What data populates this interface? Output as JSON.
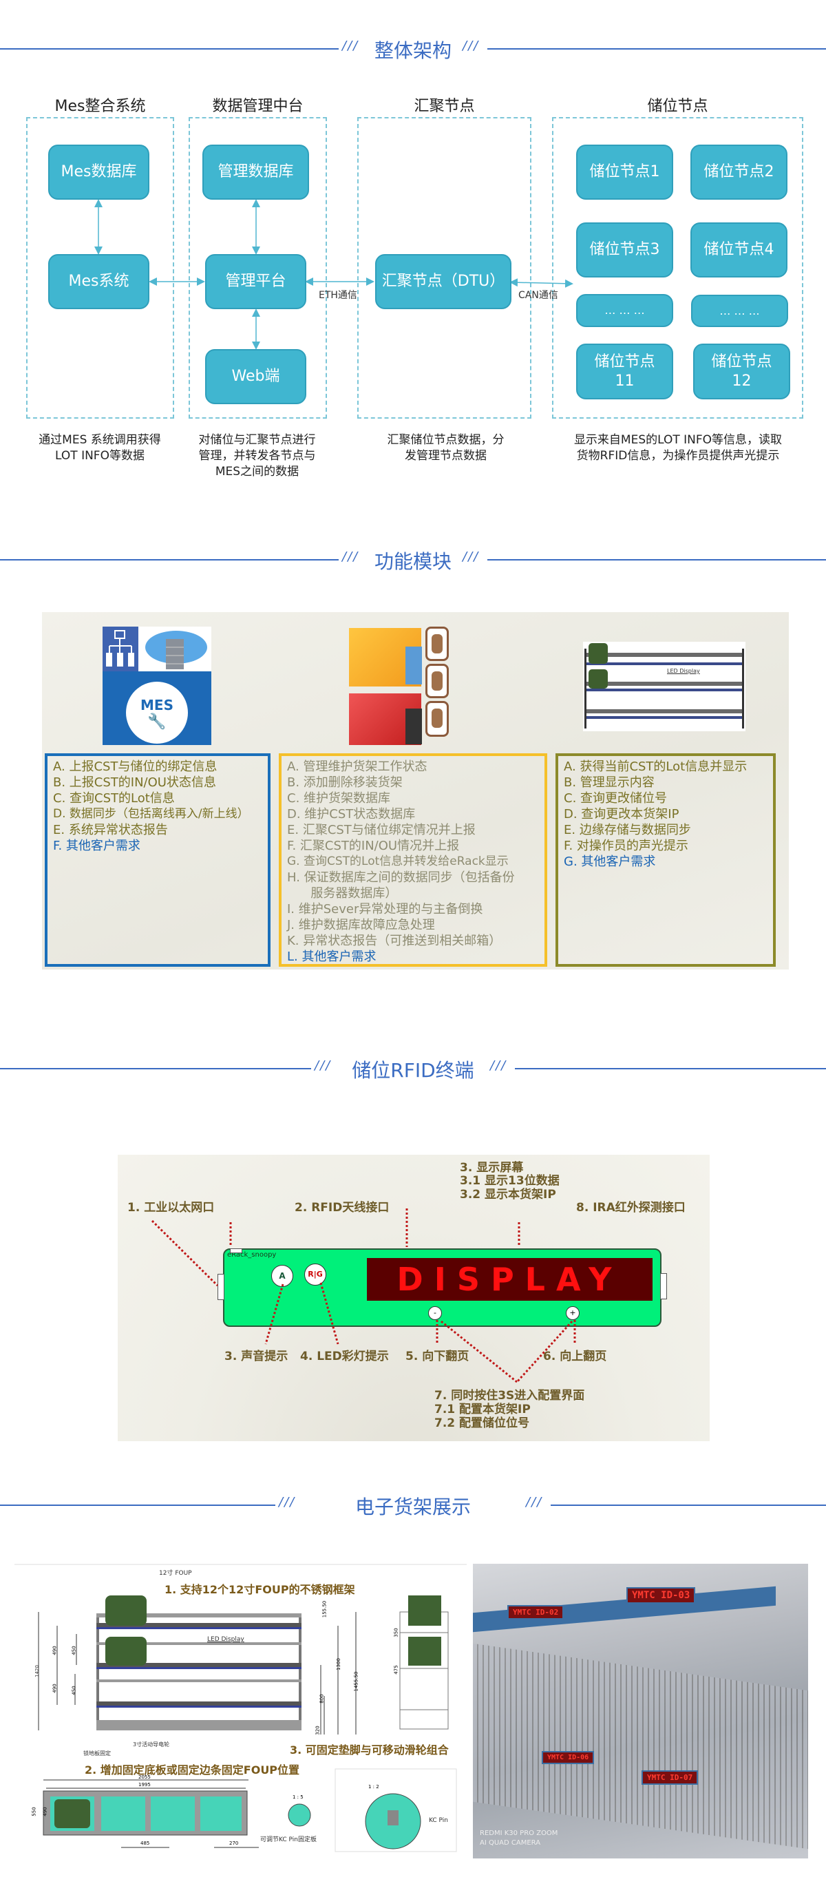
{
  "sections": {
    "architecture": "整体架构",
    "modules": "功能模块",
    "rfid": "储位RFID终端",
    "shelf": "电子货架展示"
  },
  "architecture": {
    "columns": [
      "Mes整合系统",
      "数据管理中台",
      "汇聚节点",
      "储位节点"
    ],
    "nodes": {
      "mes_db": "Mes数据库",
      "mes_sys": "Mes系统",
      "mgmt_db": "管理数据库",
      "mgmt_platform": "管理平台",
      "web": "Web端",
      "dtu": "汇聚节点（DTU）",
      "storage": [
        "储位节点1",
        "储位节点2",
        "储位节点3",
        "储位节点4",
        "… … …",
        "… … …",
        "储位节点\n11",
        "储位节点\n12"
      ]
    },
    "links": {
      "eth": "ETH通信",
      "can": "CAN通信"
    },
    "captions": [
      "通过MES 系统调用获得\nLOT INFO等数据",
      "对储位与汇聚节点进行\n管理，并转发各节点与\nMES之间的数据",
      "汇聚储位节点数据，分\n发管理节点数据",
      "显示来自MES的LOT INFO等信息，读取\n货物RFID信息，为操作员提供声光提示"
    ]
  },
  "modules": {
    "mes_icon_text": "MES",
    "rack_label": "LED Display",
    "colors": {
      "box1": "#1a6fba",
      "box2": "#f5c02a",
      "box3": "#8c8a2a",
      "highlight": "#1a64b4"
    },
    "box1": [
      "A.  上报CST与储位的绑定信息",
      "B.  上报CST的IN/OU状态信息",
      "C.  查询CST的Lot信息",
      "D.  数据同步（包括离线再入/新上线）",
      "E.  系统异常状态报告",
      "F.  其他客户需求"
    ],
    "box2": [
      "A.  管理维护货架工作状态",
      "B.  添加删除移装货架",
      "C.  维护货架数据库",
      "D.  维护CST状态数据库",
      "E.  汇聚CST与储位绑定情况并上报",
      "F.  汇聚CST的IN/OU情况并上报",
      "G.  查询CST的Lot信息并转发给eRack显示",
      "H.  保证数据库之间的数据同步（包括备份",
      "      服务器数据库）",
      "I.   维护Sever异常处理的与主备倒换",
      "J.  维护数据库故障应急处理",
      "K.  异常状态报告（可推送到相关邮箱）",
      "L.  其他客户需求"
    ],
    "box3": [
      "A.  获得当前CST的Lot信息并显示",
      "B.  管理显示内容",
      "C.  查询更改储位号",
      "D.  查询更改本货架IP",
      "E.  边缘存储与数据同步",
      "F.  对操作员的声光提示",
      "G.  其他客户需求"
    ]
  },
  "rfid": {
    "device_name": "eRack_snoopy",
    "display_text": "DISPLAY",
    "btn_a": "A",
    "btn_rg": "R|G",
    "btn_minus": "-",
    "btn_plus": "+",
    "labels": {
      "l1": "1. 工业以太网口",
      "l2": "2. RFID天线接口",
      "l3": "3. 显示屏幕",
      "l31": "3.1 显示13位数据",
      "l32": "3.2 显示本货架IP",
      "l8": "8. IRA红外探测接口",
      "l3b": "3. 声音提示",
      "l4": "4. LED彩灯提示",
      "l5": "5. 向下翻页",
      "l6": "6. 向上翻页",
      "l7": "7. 同时按住3S进入配置界面",
      "l71": "7.1 配置本货架IP",
      "l72": "7.2 配置储位位号"
    }
  },
  "shelf": {
    "drawing": {
      "foup": "12寸 FOUP",
      "note1": "1. 支持12个12寸FOUP的不锈钢框架",
      "led": "LED Display",
      "note2": "2. 增加固定底板或固定边条固定FOUP位置",
      "note3": "3. 可固定垫脚与可移动滑轮组合",
      "floor": "锁地板固定",
      "wheel": "3寸活动导电轮",
      "kc_plate": "可调节KC Pin固定板",
      "kc_pin": "KC Pin",
      "dims": {
        "h_total": "1420",
        "h_top": "155.50",
        "h_mid": "1300",
        "h_all": "1455.50",
        "h_low": "800",
        "h_base": "320",
        "s1": "490",
        "s2": "450",
        "s3": "490",
        "s4": "450",
        "side1": "350",
        "side2": "475",
        "w1": "2055",
        "w2": "1995",
        "d1": "550",
        "d2": "490",
        "p1": "485",
        "p2": "270",
        "scale1": "1 : 5",
        "scale2": "1 : 2"
      }
    },
    "photo": {
      "led1": "YMTC  ID-02",
      "led2": "YMTC  ID-03",
      "led3": "YMTC  ID-06",
      "led4": "YMTC  ID-07",
      "watermark1": "REDMI K30 PRO ZOOM",
      "watermark2": "AI QUAD CAMERA"
    }
  }
}
